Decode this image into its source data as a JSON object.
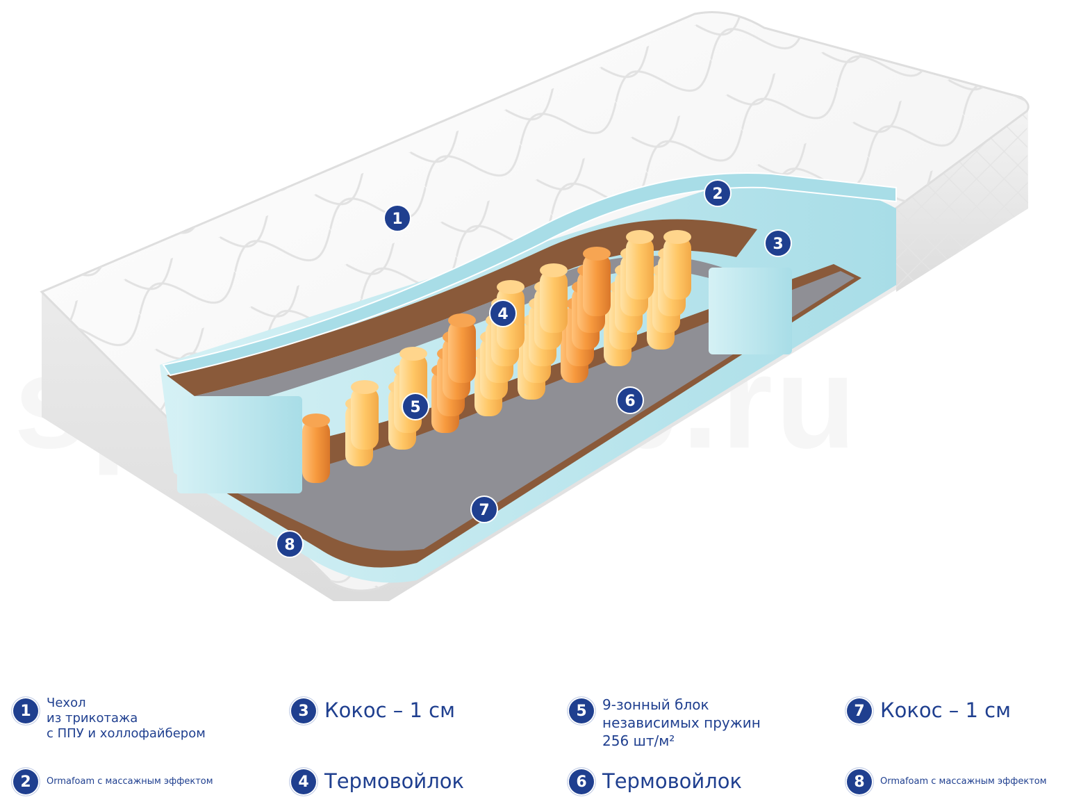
{
  "watermark": "spacameb.ru",
  "colors": {
    "badge": "#1f3f8f",
    "text": "#1f3f8f",
    "foam": "#bfe8ef",
    "coconut": "#8a5a3a",
    "felt": "#8f8f95",
    "springs_light": "#ffcf7a",
    "springs_dark": "#f39a3c",
    "cover": "#f3f3f3"
  },
  "markers": [
    "1",
    "2",
    "3",
    "4",
    "5",
    "6",
    "7",
    "8"
  ],
  "legend": [
    {
      "num": "1",
      "text": "Чехол\nиз трикотажа\nс ППУ и холлофайбером",
      "size": "small"
    },
    {
      "num": "2",
      "text": "Ormafoam с массажным эффектом",
      "size": "tiny"
    },
    {
      "num": "3",
      "text": "Кокос – 1 см",
      "size": "large"
    },
    {
      "num": "4",
      "text": "Термовойлок",
      "size": "large"
    },
    {
      "num": "5",
      "text": "9-зонный блок\nнезависимых пружин\n256 шт/м²",
      "size": "small"
    },
    {
      "num": "6",
      "text": "Термовойлок",
      "size": "large"
    },
    {
      "num": "7",
      "text": "Кокос – 1 см",
      "size": "large"
    },
    {
      "num": "8",
      "text": "Ormafoam с массажным эффектом",
      "size": "tiny"
    }
  ]
}
